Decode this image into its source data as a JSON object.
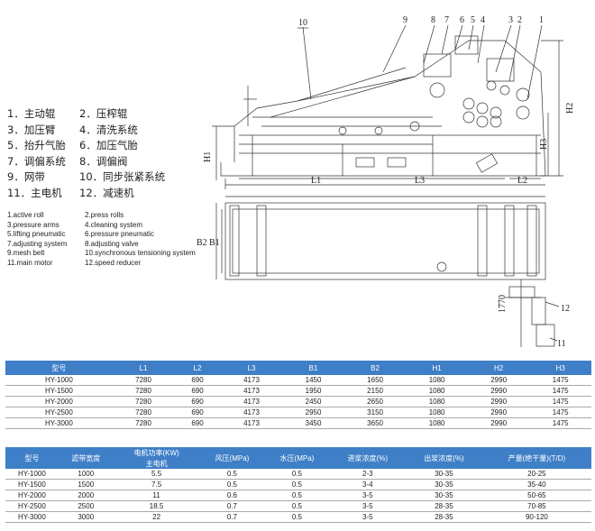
{
  "callouts": [
    "10",
    "9",
    "8",
    "7",
    "6",
    "5",
    "4",
    "3",
    "2",
    "1"
  ],
  "dims": {
    "L1": "L1",
    "L2": "L2",
    "L3": "L3",
    "H1": "H1",
    "H2": "H2",
    "H3": "H3",
    "B1": "B1",
    "B2": "B2",
    "d1770": "1770",
    "c12": "12",
    "c11": "11"
  },
  "legend_cn": [
    [
      "1．主动辊",
      "2．压榨辊"
    ],
    [
      "3．加压臂",
      "4．清洗系统"
    ],
    [
      "5．抬升气胎",
      "6．加压气胎"
    ],
    [
      "7．调偏系统",
      "8．调偏阀"
    ],
    [
      "9．网带",
      "10．同步张紧系统"
    ],
    [
      "11．主电机",
      "12．减速机"
    ]
  ],
  "legend_en": [
    [
      "1.active roll",
      "2.press rolls"
    ],
    [
      "3.pressure arms",
      "4.cleaning system"
    ],
    [
      "5.lifting pneumatic",
      "6.pressure pneumatic"
    ],
    [
      "7.adjusting system",
      "8.adjusting valve"
    ],
    [
      "9.mesh belt",
      "10.synchronous tensioning system"
    ],
    [
      "11.main motor",
      "12.speed reducer"
    ]
  ],
  "table1": {
    "headers": [
      "型号",
      "L1",
      "L2",
      "L3",
      "B1",
      "B2",
      "H1",
      "H2",
      "H3"
    ],
    "rows": [
      [
        "HY-1000",
        "7280",
        "690",
        "4173",
        "1450",
        "1650",
        "1080",
        "2990",
        "1475"
      ],
      [
        "HY-1500",
        "7280",
        "690",
        "4173",
        "1950",
        "2150",
        "1080",
        "2990",
        "1475"
      ],
      [
        "HY-2000",
        "7280",
        "690",
        "4173",
        "2450",
        "2650",
        "1080",
        "2990",
        "1475"
      ],
      [
        "HY-2500",
        "7280",
        "690",
        "4173",
        "2950",
        "3150",
        "1080",
        "2990",
        "1475"
      ],
      [
        "HY-3000",
        "7280",
        "690",
        "4173",
        "3450",
        "3650",
        "1080",
        "2990",
        "1475"
      ]
    ]
  },
  "table2": {
    "headers": [
      "型号",
      "滤带宽度",
      "电机功率(KW)",
      "风压(MPa)",
      "水压(MPa)",
      "进浆浓度(%)",
      "出浆浓度(%)",
      "产量(绝干量)(T/D)"
    ],
    "subheader": "主电机",
    "rows": [
      [
        "HY-1000",
        "1000",
        "5.5",
        "0.5",
        "0.5",
        "2-3",
        "30-35",
        "20-25"
      ],
      [
        "HY-1500",
        "1500",
        "7.5",
        "0.5",
        "0.5",
        "3-4",
        "30-35",
        "35-40"
      ],
      [
        "HY-2000",
        "2000",
        "11",
        "0.6",
        "0.5",
        "3-5",
        "30-35",
        "50-65"
      ],
      [
        "HY-2500",
        "2500",
        "18.5",
        "0.7",
        "0.5",
        "3-5",
        "28-35",
        "70-85"
      ],
      [
        "HY-3000",
        "3000",
        "22",
        "0.7",
        "0.5",
        "3-5",
        "28-35",
        "90-120"
      ]
    ]
  }
}
